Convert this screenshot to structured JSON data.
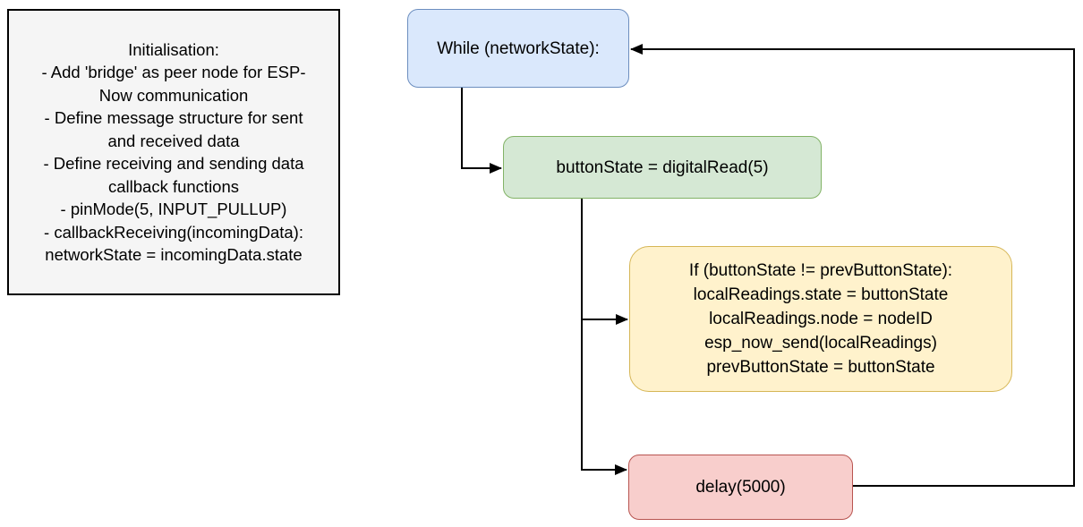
{
  "note": {
    "lines": [
      "Initialisation:",
      "- Add 'bridge' as peer node for ESP-",
      "Now communication",
      "- Define message structure for sent",
      "and received data",
      "- Define receiving and sending data",
      "callback functions",
      "- pinMode(5, INPUT_PULLUP)",
      "- callbackReceiving(incomingData):",
      "networkState = incomingData.state"
    ]
  },
  "nodes": {
    "while_loop": {
      "label": "While (networkState):"
    },
    "read_button": {
      "label": "buttonState = digitalRead(5)"
    },
    "if_block": {
      "lines": [
        "If (buttonState != prevButtonState):",
        "localReadings.state = buttonState",
        "localReadings.node = nodeID",
        "esp_now_send(localReadings)",
        "prevButtonState = buttonState"
      ]
    },
    "delay": {
      "label": "delay(5000)"
    }
  },
  "colors": {
    "while_fill": "#dae8fc",
    "while_border": "#6c8ebf",
    "read_fill": "#d5e8d4",
    "read_border": "#82b366",
    "if_fill": "#fff2cc",
    "if_border": "#d6b656",
    "delay_fill": "#f8cecc",
    "delay_border": "#b85450",
    "note_fill": "#f5f5f5",
    "note_border": "#000000",
    "edge": "#000000"
  }
}
